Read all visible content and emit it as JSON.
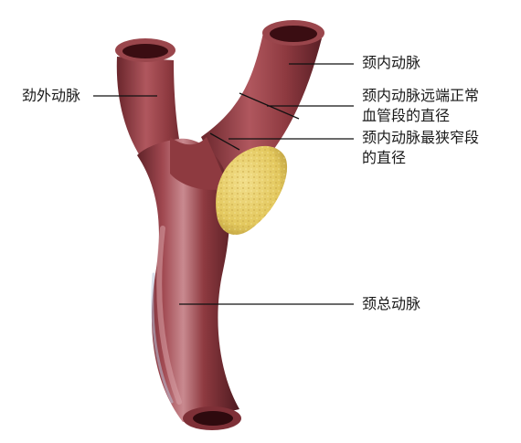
{
  "labels": {
    "ica": "颈内动脉",
    "eca": "劲外动脉",
    "distal_line1": "颈内动脉远端正常",
    "distal_line2": "血管段的直径",
    "narrow_line1": "颈内动脉最狭窄段",
    "narrow_line2": "的直径",
    "cca": "颈总动脉"
  },
  "colors": {
    "vessel": "#8e3a40",
    "vessel_highlight": "#c98488",
    "vessel_shadow": "#5a1f26",
    "lumen": "#3a0d12",
    "plaque": "#e6cf6c",
    "leader": "#111111"
  }
}
